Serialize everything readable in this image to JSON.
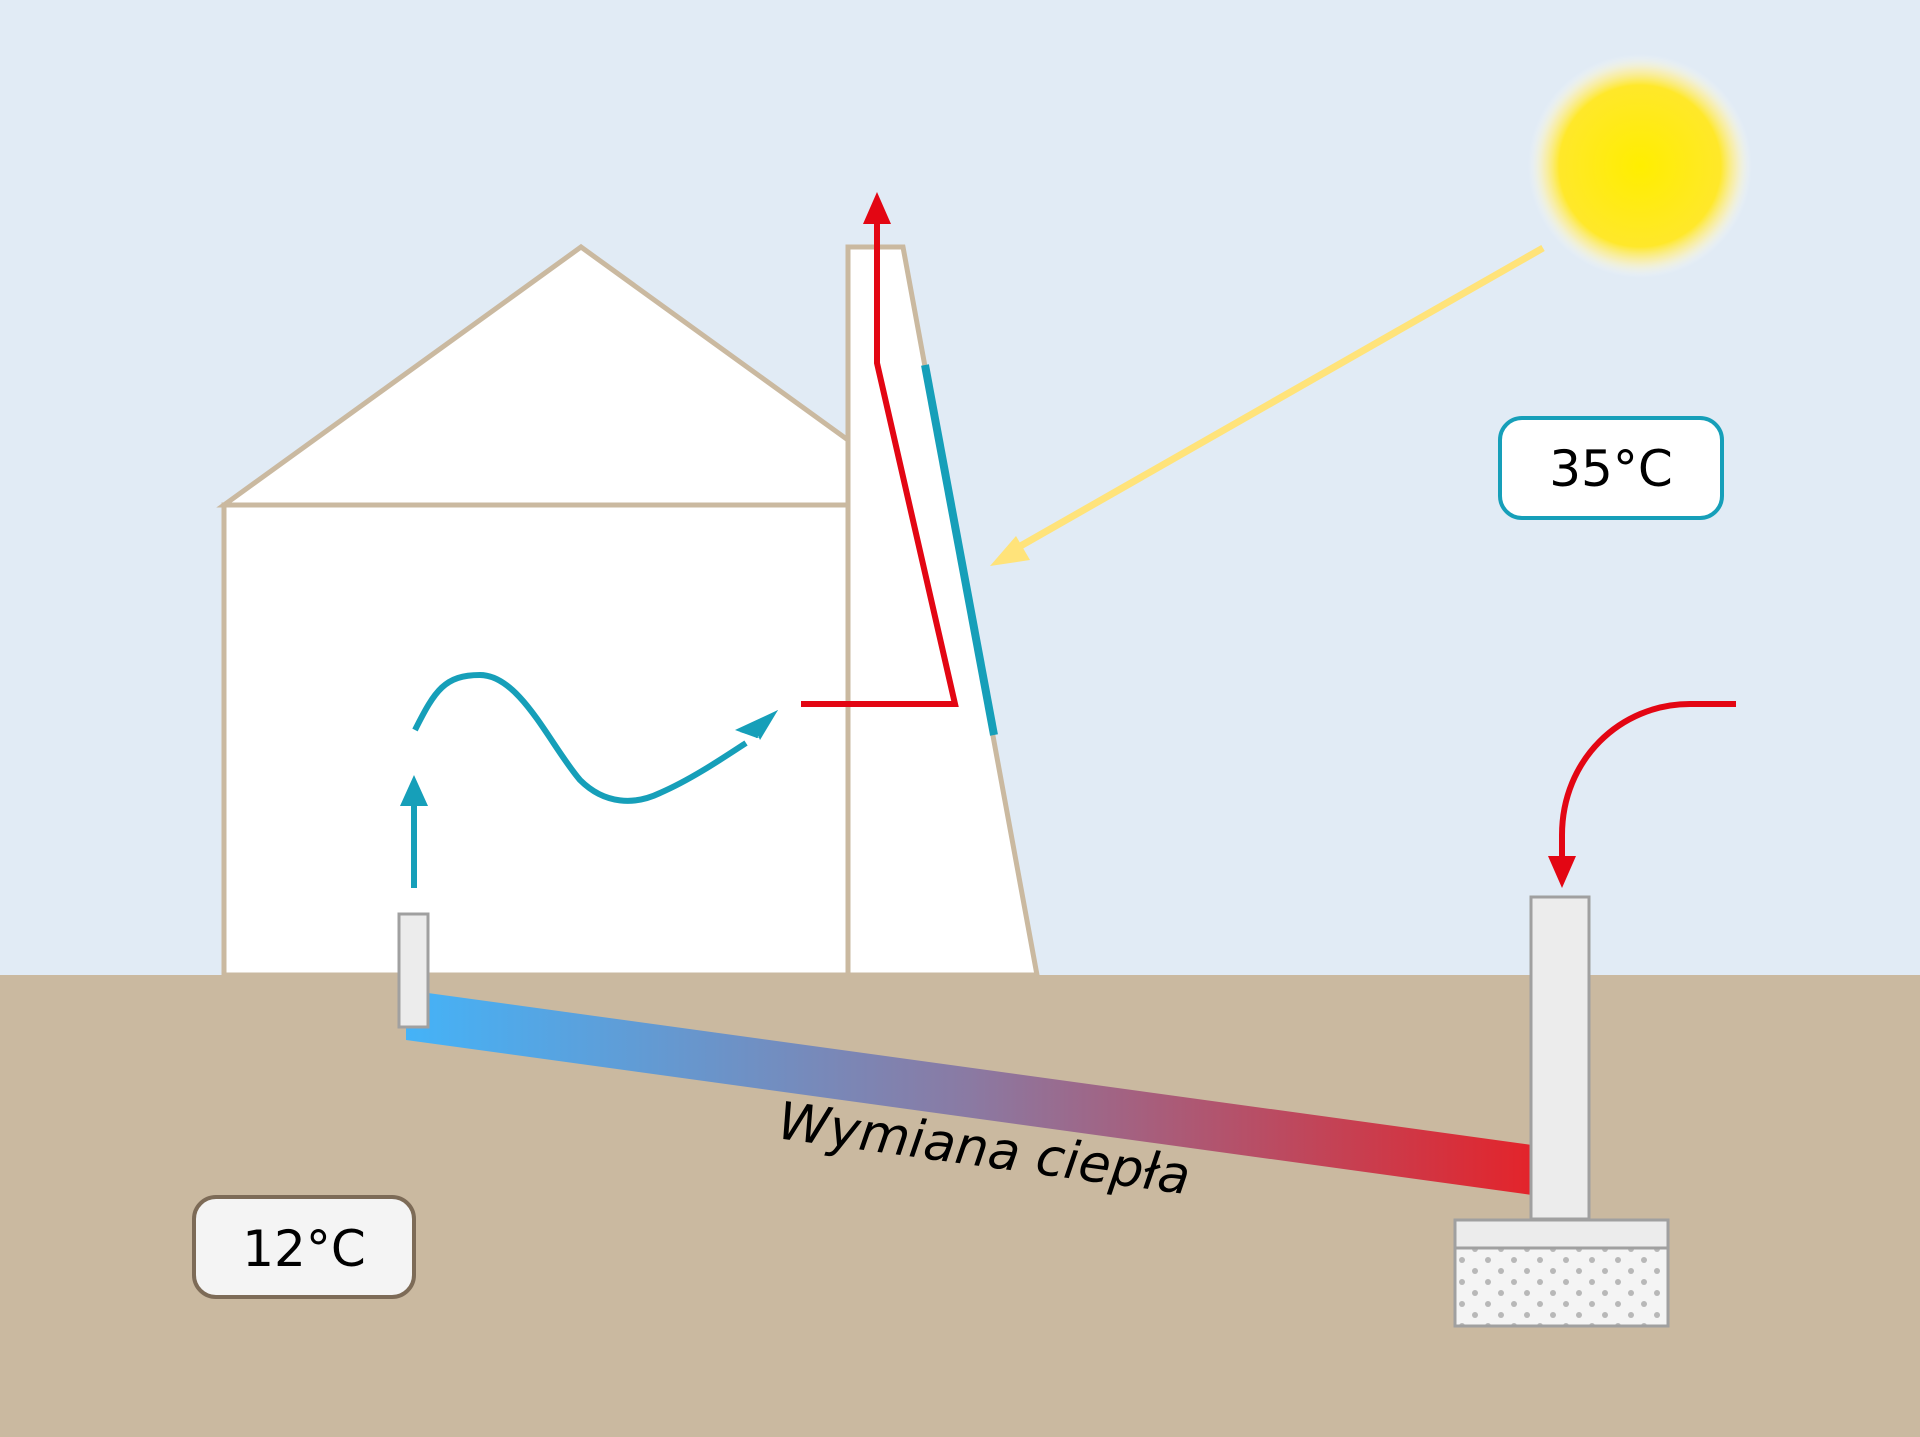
{
  "labels": {
    "outdoor_temp": "35°C",
    "ground_temp": "12°C",
    "heat_exchange": "Wymiana ciepła"
  },
  "colors": {
    "sky": "#e1ebf5",
    "ground": "#cab9a0",
    "house_outline": "#cab9a0",
    "warm_air": "#e30613",
    "cool_air": "#169fb9",
    "sun": "#ffeb14",
    "sun_ray": "#ffe37a",
    "pipe_cold": "#44b3f8",
    "pipe_hot": "#e3242b",
    "outdoor_badge_border": "#169fb9",
    "ground_badge_border": "#7d6b57"
  }
}
